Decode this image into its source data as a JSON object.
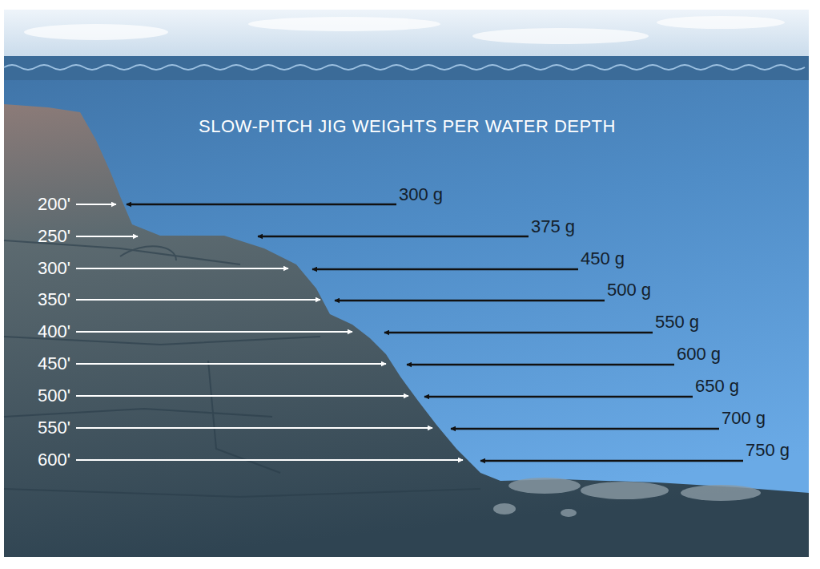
{
  "diagram": {
    "title": "SLOW-PITCH JIG WEIGHTS PER WATER DEPTH",
    "labels": [
      "200'",
      "300 g",
      "250'",
      "375 g",
      "300'",
      "450 g",
      "350'",
      "500 g",
      "400'",
      "550 g",
      "450'",
      "600 g",
      "500'",
      "650 g",
      "550'",
      "700 g",
      "600'",
      "750 g"
    ]
  }
}
